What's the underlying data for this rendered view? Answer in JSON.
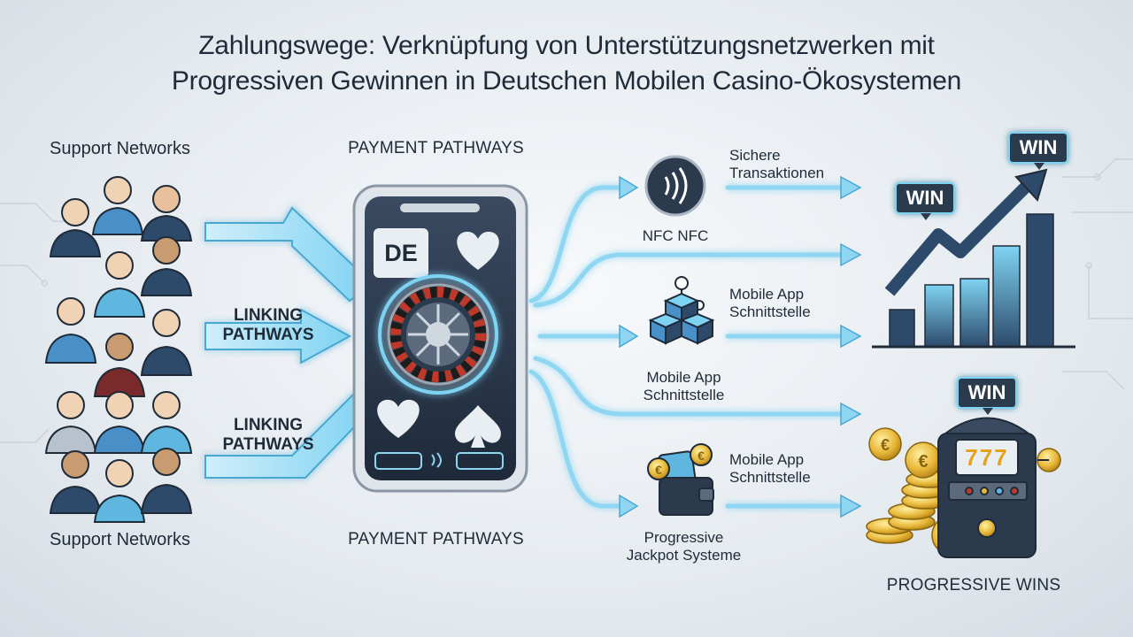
{
  "title_line1": "Zahlungswege: Verknüpfung von Unterstützungsnetzwerken mit",
  "title_line2": "Progressiven Gewinnen in Deutschen Mobilen Casino-Ökosystemen",
  "support_networks_top": "Support Networks",
  "support_networks_bottom": "Support Networks",
  "linking_pathways_1_line1": "LINKING",
  "linking_pathways_1_line2": "PATHWAYS",
  "linking_pathways_2_line1": "LINKING",
  "linking_pathways_2_line2": "PATHWAYS",
  "payment_pathways_top": "PAYMENT PATHWAYS",
  "payment_pathways_bottom": "PAYMENT PATHWAYS",
  "phone_badge": "DE",
  "nfc_label": "NFC NFC",
  "secure_line1": "Sichere",
  "secure_line2": "Transaktionen",
  "app_right_line1": "Mobile App",
  "app_right_line2": "Schnittstelle",
  "app_below_line1": "Mobile App",
  "app_below_line2": "Schnittstelle",
  "wallet_right_line1": "Mobile App",
  "wallet_right_line2": "Schnittstelle",
  "jackpot_line1": "Progressive",
  "jackpot_line2": "Jackpot Systeme",
  "win_1": "WIN",
  "win_2": "WIN",
  "win_3": "WIN",
  "slot_reels": "777",
  "progressive_wins": "PROGRESSIVE WINS",
  "colors": {
    "accent": "#5cc3e8",
    "dark": "#2b3a4d",
    "gold": "#e8b83a"
  }
}
